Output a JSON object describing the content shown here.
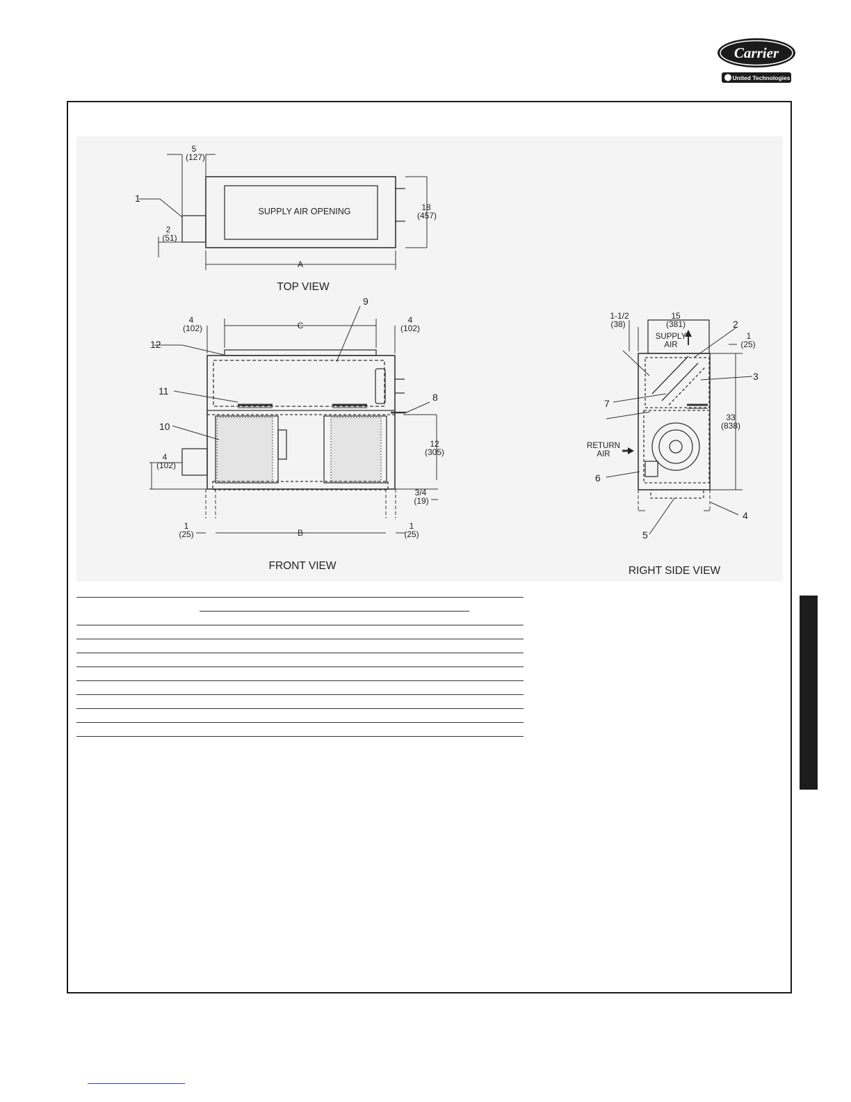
{
  "brand": {
    "name": "Carrier",
    "tagline": "United Technologies"
  },
  "top_view": {
    "title": "TOP VIEW",
    "opening_label": "SUPPLY AIR OPENING",
    "callouts": [
      "1"
    ],
    "dims": {
      "left": "5",
      "left_mm": "(127)",
      "small": "2",
      "small_mm": "(51)",
      "depth": "18",
      "depth_mm": "(457)",
      "width": "A"
    }
  },
  "front_view": {
    "title": "FRONT VIEW",
    "callouts": [
      "9",
      "8",
      "10",
      "11",
      "12"
    ],
    "dims": {
      "left_offset": "4",
      "left_offset_mm": "(102)",
      "right_offset": "4",
      "right_offset_mm": "(102)",
      "top_width": "C",
      "bottom_width": "B",
      "stub": "4",
      "stub_mm": "(102)",
      "height": "12",
      "height_mm": "(305)",
      "leg": "3/4",
      "leg_mm": "(19)",
      "left_leg": "1",
      "left_leg_mm": "(25)",
      "right_leg": "1",
      "right_leg_mm": "(25)"
    }
  },
  "side_view": {
    "title": "RIGHT SIDE VIEW",
    "supply_label": "SUPPLY\nAIR",
    "return_label": "RETURN\nAIR",
    "callouts": [
      "2",
      "3",
      "7",
      "6",
      "4",
      "5"
    ],
    "dims": {
      "offset": "1-1/2",
      "offset_mm": "(38)",
      "width": "15",
      "width_mm": "(381)",
      "top": "1",
      "top_mm": "(25)",
      "height": "33",
      "height_mm": "(838)"
    }
  }
}
